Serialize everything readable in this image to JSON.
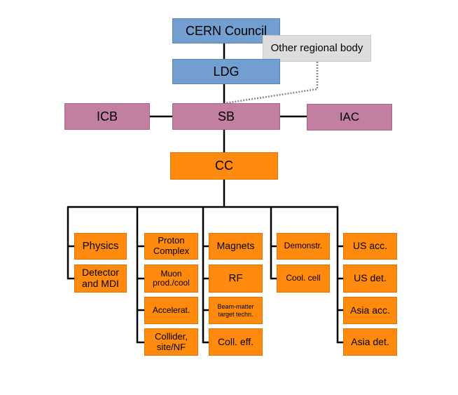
{
  "nodes": {
    "cern_council": "CERN Council",
    "other_regional_body": "Other regional body",
    "ldg": "LDG",
    "icb": "ICB",
    "sb": "SB",
    "iac": "IAC",
    "cc": "CC",
    "physics": "Physics",
    "detector_mdi": "Detector and MDI",
    "proton_complex": "Proton Complex",
    "muon_prod_cool": "Muon prod./cool",
    "accelerat": "Accelerat.",
    "collider_site_nf": "Collider, site/NF",
    "magnets": "Magnets",
    "rf": "RF",
    "beam_matter": "Beam-matter target techn.",
    "coll_eff": "Coll. eff.",
    "demonstr": "Demonstr.",
    "cool_cell": "Cool. cell",
    "us_acc": "US acc.",
    "us_det": "US det.",
    "asia_acc": "Asia acc.",
    "asia_det": "Asia det."
  },
  "colors": {
    "governance": "#729fcf",
    "advisory": "#c27fa0",
    "coordination": "#ff8a0d",
    "external": "#dddddd"
  }
}
